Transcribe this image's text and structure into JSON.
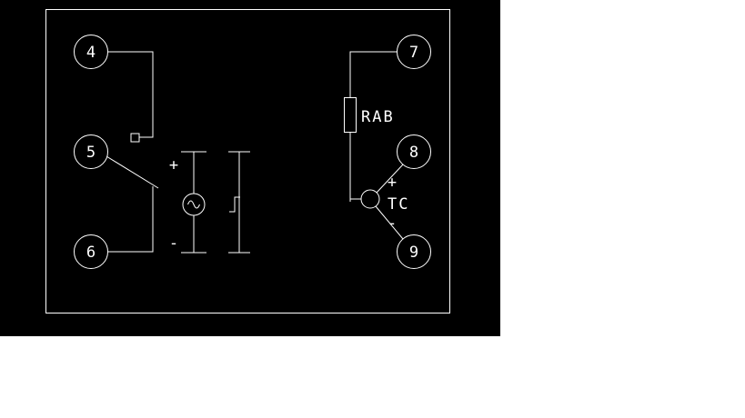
{
  "canvas": {
    "background": "#000000",
    "stroke": "#ffffff",
    "page_background": "#ffffff"
  },
  "schematic": {
    "terminals": [
      {
        "label": "4"
      },
      {
        "label": "5"
      },
      {
        "label": "6"
      },
      {
        "label": "7"
      },
      {
        "label": "8"
      },
      {
        "label": "9"
      }
    ],
    "resistor": {
      "label": "RAB"
    },
    "ac_source": {
      "plus": "+",
      "minus": "-"
    },
    "thermocouple": {
      "label": "TC",
      "plus": "+",
      "minus": "-"
    }
  }
}
